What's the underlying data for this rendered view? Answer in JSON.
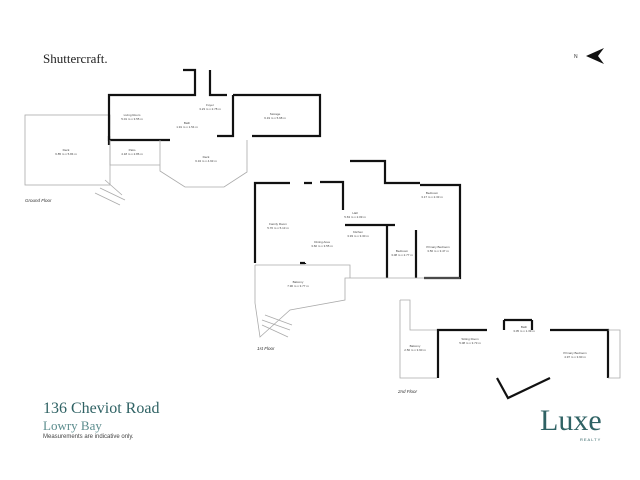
{
  "brand": "Shuttercraft.",
  "compass": "N",
  "floors": {
    "ground": {
      "label": "Ground Floor",
      "rooms": [
        {
          "name": "Living Room",
          "dims": "5.01 m x 3.55 m"
        },
        {
          "name": "Foyer",
          "dims": "3.23 m x 2.78 m"
        },
        {
          "name": "Storage",
          "dims": "6.19 m x 5.68 m"
        },
        {
          "name": "Bath",
          "dims": "1.91 m x 1.54 m"
        },
        {
          "name": "Deck",
          "dims": "6.85 m x 5.84 m"
        },
        {
          "name": "Patio",
          "dims": "4.18 m x 2.86 m"
        },
        {
          "name": "Deck",
          "dims": "6.34 m x 4.93 m"
        }
      ]
    },
    "first": {
      "label": "1st Floor",
      "rooms": [
        {
          "name": "Family Room",
          "dims": "5.70 m x 5.13 m"
        },
        {
          "name": "Dining Area",
          "dims": "3.60 m x 3.55 m"
        },
        {
          "name": "Kitchen",
          "dims": "3.93 m x 3.30 m"
        },
        {
          "name": "Hall",
          "dims": "5.63 m x 2.09 m"
        },
        {
          "name": "Bedroom",
          "dims": "3.17 m x 2.33 m"
        },
        {
          "name": "Bedroom",
          "dims": "3.08 m x 2.77 m"
        },
        {
          "name": "Primary Bedroom",
          "dims": "3.56 m x 3.47 m"
        },
        {
          "name": "Balcony",
          "dims": "7.90 m x 3.77 m"
        }
      ]
    },
    "second": {
      "label": "2nd Floor",
      "rooms": [
        {
          "name": "Sitting Room",
          "dims": "5.08 m x 3.73 m"
        },
        {
          "name": "Bath",
          "dims": "3.05 m x 1.39 m"
        },
        {
          "name": "Primary Bedroom",
          "dims": "4.97 m x 3.90 m"
        },
        {
          "name": "Balcony",
          "dims": "2.56 m x 3.90 m"
        }
      ]
    }
  },
  "footer": {
    "address": "136 Cheviot Road",
    "suburb": "Lowry Bay",
    "note": "Measurements are indicative only.",
    "logo": "Luxe",
    "logo_sub": "REALTY"
  },
  "colors": {
    "accent": "#2f6264"
  }
}
